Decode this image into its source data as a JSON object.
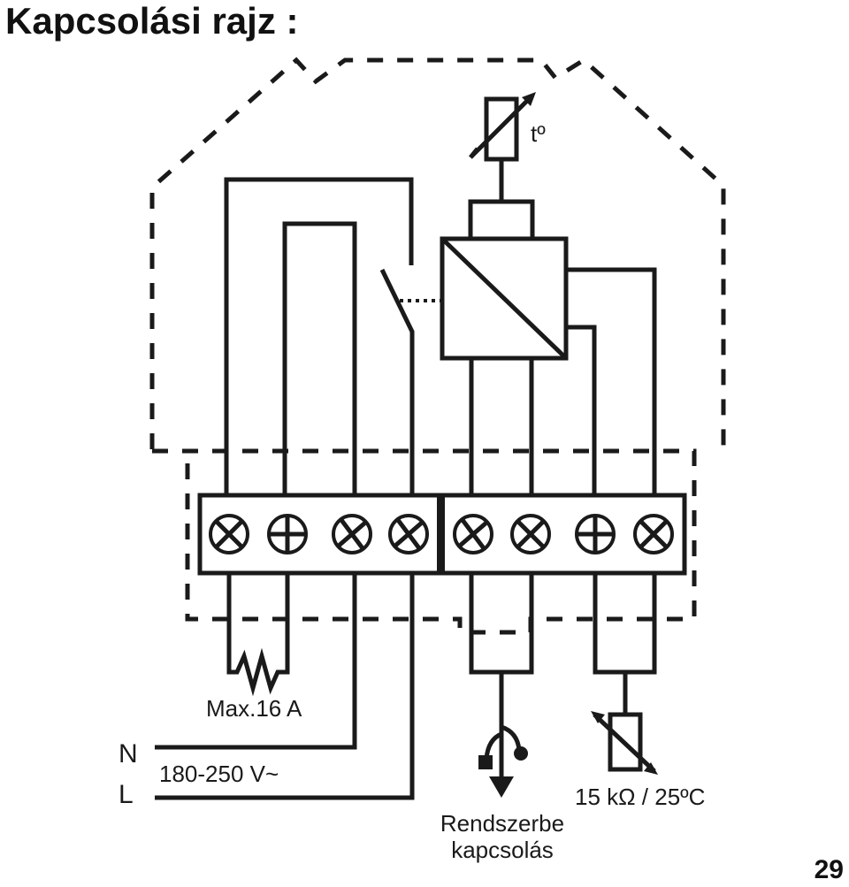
{
  "title": "Kapcsolási rajz :",
  "page_number": "29",
  "labels": {
    "temperature": "tº",
    "max_current": "Max.16 A",
    "neutral": "N",
    "live": "L",
    "voltage": "180-250 V~",
    "sensor_value": "15 kΩ / 25ºC",
    "system_connection_line1": "Rendszerbe",
    "system_connection_line2": "kapcsolás"
  },
  "terminals": [
    "cross",
    "plus",
    "cross",
    "cross",
    "cross",
    "cross",
    "plus",
    "cross"
  ]
}
